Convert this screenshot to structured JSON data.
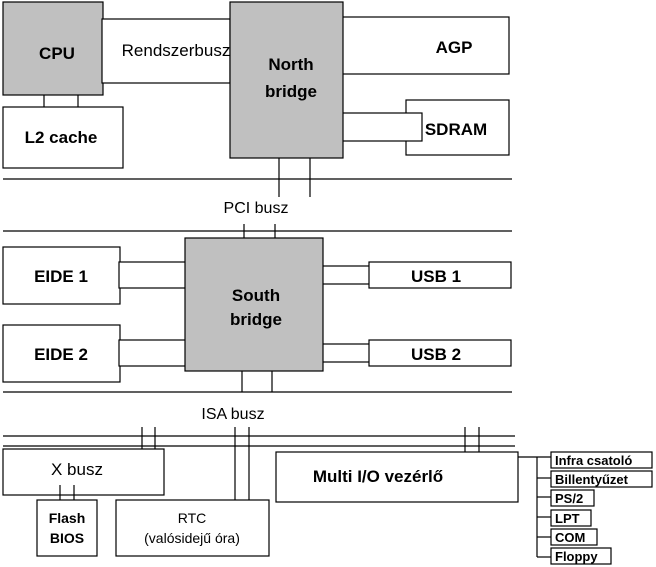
{
  "blocks": {
    "cpu": "CPU",
    "l2_cache": "L2 cache",
    "rendszerbusz": "Rendszerbusz",
    "north_bridge": [
      "North",
      "bridge"
    ],
    "agp": "AGP",
    "sdram": "SDRAM",
    "pci_bus": "PCI busz",
    "eide1": "EIDE 1",
    "eide2": "EIDE 2",
    "south_bridge": [
      "South",
      "bridge"
    ],
    "usb1": "USB 1",
    "usb2": "USB 2",
    "isa_bus": "ISA busz",
    "x_bus": "X busz",
    "flash_bios": [
      "Flash",
      "BIOS"
    ],
    "rtc": [
      "RTC",
      "(valósidejű óra)"
    ],
    "multi_io": "Multi I/O  vezérlő",
    "io_ports": [
      "Infra csatoló",
      "Billentyűzet",
      "PS/2",
      "LPT",
      "COM",
      "Floppy"
    ]
  },
  "colors": {
    "chip_fill": "#c0c0c0",
    "line": "#000000",
    "background": "#ffffff"
  }
}
